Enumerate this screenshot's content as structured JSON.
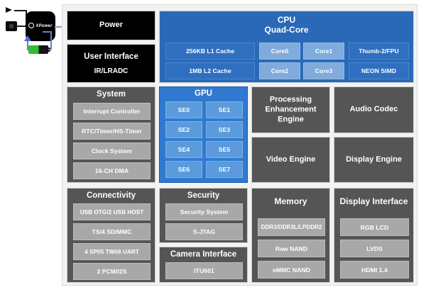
{
  "external": {
    "module_label": "XPower",
    "module_icon": "xpower-logo",
    "adapter_icon": "ac-adapter-icon",
    "battery_icon": "battery-icon",
    "arrow_icon": "arrow-icon"
  },
  "diagram": {
    "row1": {
      "power": {
        "title": "Power"
      },
      "user_interface": {
        "title": "User Interface",
        "subtitle": "IR/LRADC"
      },
      "cpu": {
        "title": "CPU",
        "subtitle": "Quad-Core",
        "caches": [
          "256KB L1 Cache",
          "1MB L2 Cache"
        ],
        "cores": [
          "Core0",
          "Core1",
          "Core2",
          "Core3"
        ],
        "features": [
          "Thumb-2/FPU",
          "NEON SIMD"
        ]
      }
    },
    "row2": {
      "system": {
        "title": "System",
        "items": [
          "Interrupt  Controller",
          "RTC/Timer/HS-Timer",
          "Clock System",
          "16-CH DMA"
        ]
      },
      "gpu": {
        "title": "GPU",
        "items": [
          "SE0",
          "SE1",
          "SE2",
          "SE3",
          "SE4",
          "SE5",
          "SE6",
          "SE7"
        ]
      },
      "processing_enhancement_engine": {
        "title": "Processing\nEnhancement\nEngine"
      },
      "audio_codec": {
        "title": "Audio Codec"
      },
      "video_engine": {
        "title": "Video Engine"
      },
      "display_engine": {
        "title": "Display Engine"
      }
    },
    "row3": {
      "connectivity": {
        "title": "Connectivity",
        "items": [
          "USB OTG/2 USB HOST",
          "TS/4 SD/MMC",
          "4 SPI/5 TWI/6 UART",
          "2 PCM/I2S"
        ]
      },
      "security": {
        "title": "Security",
        "items": [
          "Security System",
          "S-JTAG"
        ]
      },
      "camera_interface": {
        "title": "Camera Interface",
        "items": [
          "ITU601"
        ]
      },
      "memory": {
        "title": "Memory",
        "items": [
          "DDR3/DDR3L/LPDDR2",
          "Raw NAND",
          "eMMC NAND"
        ]
      },
      "display_interface": {
        "title": "Display Interface",
        "items": [
          "RGB LCD",
          "LVDS",
          "HDMI 1.4"
        ]
      }
    }
  },
  "colors": {
    "black_block": "#000000",
    "gray_block": "#555555",
    "gray_chip": "#a8a8a8",
    "cpu_blue": "#2a69b8",
    "gpu_blue": "#2f7ad0",
    "cache_blue": "#2f6fc0",
    "core_blue": "#7fabdd",
    "se_blue": "#5b9bdb",
    "panel_bg": "#f2f2f2"
  }
}
